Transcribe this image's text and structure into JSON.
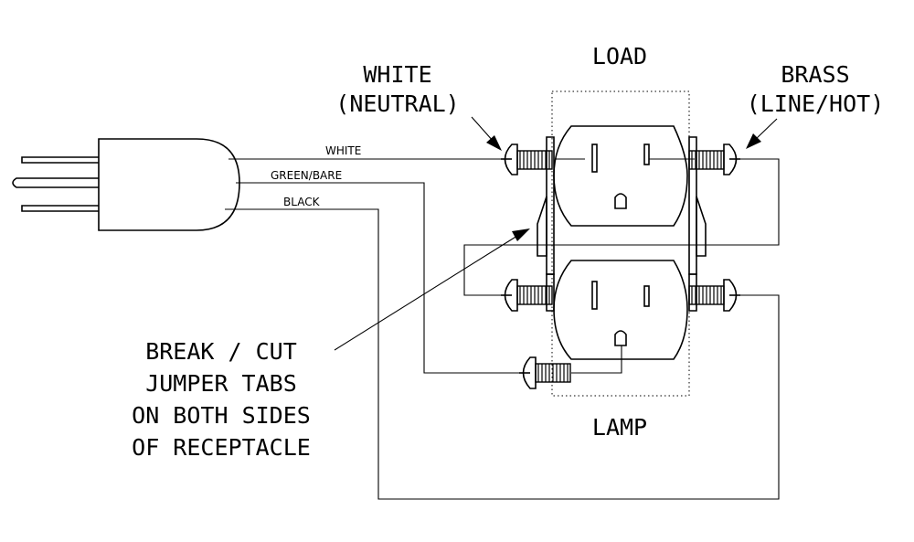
{
  "labels": {
    "load": "LOAD",
    "lamp": "LAMP",
    "white_title": "WHITE",
    "white_sub": "(NEUTRAL)",
    "brass_title": "BRASS",
    "brass_sub": "(LINE/HOT)",
    "wire_white": "WHITE",
    "wire_green": "GREEN/BARE",
    "wire_black": "BLACK",
    "note_lines": [
      "BREAK / CUT",
      "JUMPER TABS",
      "ON BOTH SIDES",
      "OF RECEPTACLE"
    ]
  }
}
